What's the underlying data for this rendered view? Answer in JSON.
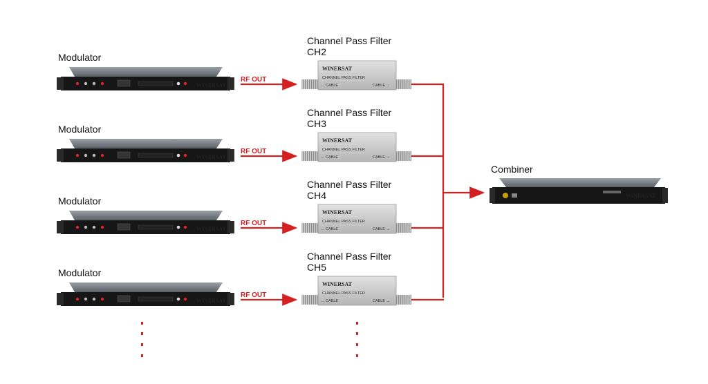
{
  "modulator_label": "Modulator",
  "rf_out_label": "RF OUT",
  "filter_title": "Channel Pass Filter",
  "channels": [
    "CH2",
    "CH3",
    "CH4",
    "CH5"
  ],
  "combiner_label": "Combiner",
  "brand": "WINERSAT",
  "filter_device_text": "CHANNEL PASS FILTER",
  "cable_left": "← CABLE",
  "cable_right": "CABLE →",
  "colors": {
    "signal_line": "#d42020",
    "device_body": "#1a1a1a",
    "filter_body": "#c9c9c9"
  }
}
